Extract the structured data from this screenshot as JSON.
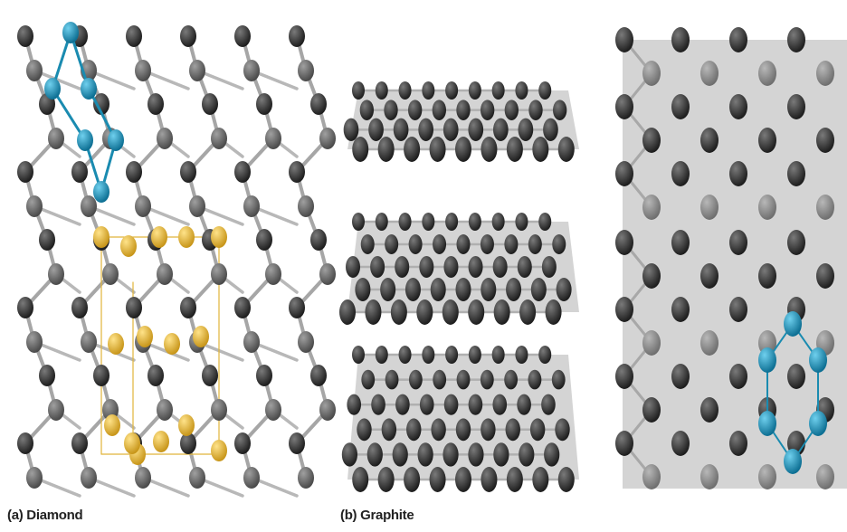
{
  "captions": {
    "diamond": "(a) Diamond",
    "graphite": "(b) Graphite"
  },
  "colors": {
    "atom_dark": "#2b2b2b",
    "atom_mid": "#5f5f5f",
    "atom_back": "#8a8a8a",
    "highlight_blue": "#1a8bb0",
    "unit_cell_gold": "#e1b53a",
    "bond": "#a8a8a8",
    "sheet": "#cfcfcf",
    "sheet_top_view": "#d4d4d4"
  },
  "structures": [
    {
      "name": "diamond",
      "view": "3d-lattice",
      "highlight": "chair-ring (blue) and unit cell (gold)"
    },
    {
      "name": "graphite-layers",
      "view": "stacked sheets",
      "layers": 3
    },
    {
      "name": "graphite-top",
      "view": "top view",
      "highlight": "hexagonal ring (blue)"
    }
  ]
}
